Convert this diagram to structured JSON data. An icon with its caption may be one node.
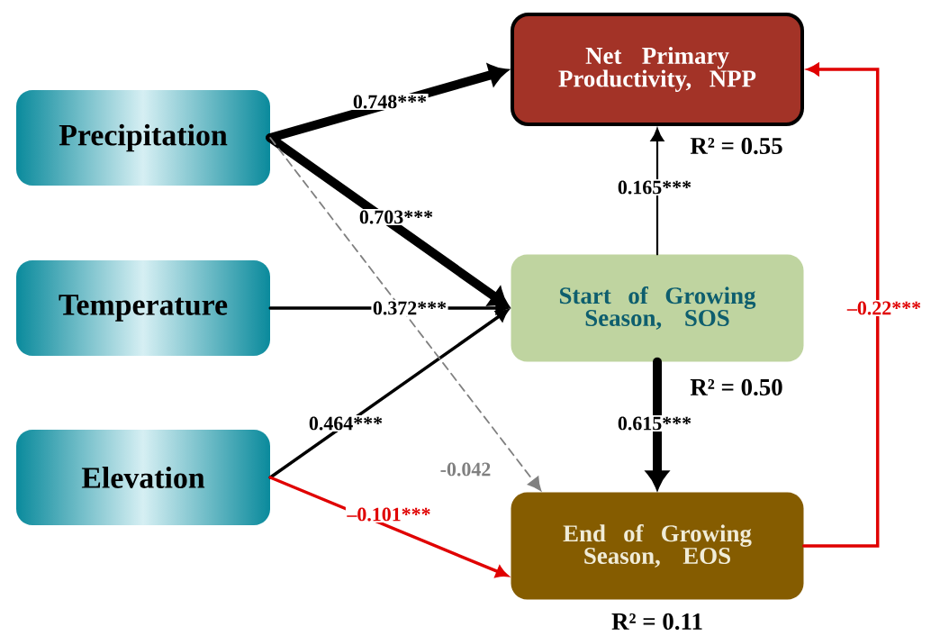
{
  "diagram": {
    "nodes": [
      {
        "text": [
          "Precipitation"
        ]
      },
      {
        "text": [
          "Temperature"
        ]
      },
      {
        "text": [
          "Elevation"
        ]
      },
      {
        "text": [
          "Net Primary Productivity, NPP"
        ],
        "beside": [
          "R² = 0.55"
        ]
      },
      {
        "text": [
          "Start of Growing Season, SOS"
        ],
        "beside": [
          "R² = 0.50"
        ]
      },
      {
        "text": [
          "End of Growing Season, EOS"
        ],
        "beside": [
          "R² = 0.11"
        ]
      }
    ],
    "edges": [
      {
        "from": 0,
        "to": 3,
        "arrow": "to",
        "label": "0.748***",
        "style": "thick"
      },
      {
        "from": 0,
        "to": 4,
        "arrow": "to",
        "label": "0.703***",
        "style": "thick"
      },
      {
        "from": 1,
        "to": 4,
        "arrow": "to",
        "label": "0.372***"
      },
      {
        "from": 2,
        "to": 4,
        "arrow": "to",
        "label": "0.464***"
      },
      {
        "from": 0,
        "to": 5,
        "arrow": "to",
        "label": "-0.042",
        "style": "dashed",
        "color": "#808080"
      },
      {
        "from": 2,
        "to": 5,
        "arrow": "to",
        "label": "–0.101***",
        "color": "#e00000"
      },
      {
        "from": 4,
        "to": 3,
        "arrow": "to",
        "label": "0.165***"
      },
      {
        "from": 4,
        "to": 5,
        "arrow": "to",
        "label": "0.615***",
        "style": "thick"
      },
      {
        "from": 5,
        "to": 3,
        "arrow": "to",
        "label": "–0.22***",
        "color": "#e00000"
      }
    ]
  }
}
